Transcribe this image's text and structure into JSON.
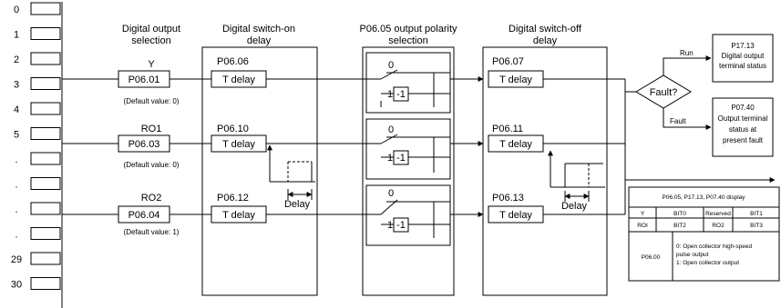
{
  "terminals": [
    "0",
    "1",
    "2",
    "3",
    "4",
    "5",
    ".",
    ".",
    ".",
    ".",
    "29",
    "30"
  ],
  "stage_titles": {
    "output_selection": [
      "Digital output",
      "selection"
    ],
    "switch_on": [
      "Digital switch-on",
      "delay"
    ],
    "polarity": [
      "P06.05 output polarity",
      "selection"
    ],
    "switch_off": [
      "Digital switch-off",
      "delay"
    ]
  },
  "channels": [
    {
      "name": "Y",
      "param": "P06.01",
      "default_note": "(Default value: 0)",
      "on_param": "P06.06",
      "off_param": "P06.07"
    },
    {
      "name": "RO1",
      "param": "P06.03",
      "default_note": "(Default value: 0)",
      "on_param": "P06.10",
      "off_param": "P06.11"
    },
    {
      "name": "RO2",
      "param": "P06.04",
      "default_note": "(Default value: 1)",
      "on_param": "P06.12",
      "off_param": "P06.13"
    }
  ],
  "t_delay_label": "T delay",
  "delay_label": "Delay",
  "polarity_labels": {
    "zero": "0",
    "one": "1",
    "neg": "-1"
  },
  "decision": {
    "label": "Fault?",
    "run_label": "Run",
    "fault_label": "Fault",
    "run_target": [
      "P17.13",
      "Digital output",
      "terminal status"
    ],
    "fault_target": [
      "P07.40",
      "Output terminal",
      "status at",
      "present fault"
    ]
  },
  "display_table": {
    "title": "P06.05, P17.13, P07.40 display",
    "row1": [
      "Y",
      "BIT0",
      "Reserved",
      "BIT1"
    ],
    "row2": [
      "ROI",
      "BIT2",
      "RO2",
      "BIT3"
    ],
    "p0600_label": "P06.00",
    "p0600_lines": [
      "0: Open collector high-speed",
      "pulse output",
      "1: Open collector output"
    ]
  }
}
